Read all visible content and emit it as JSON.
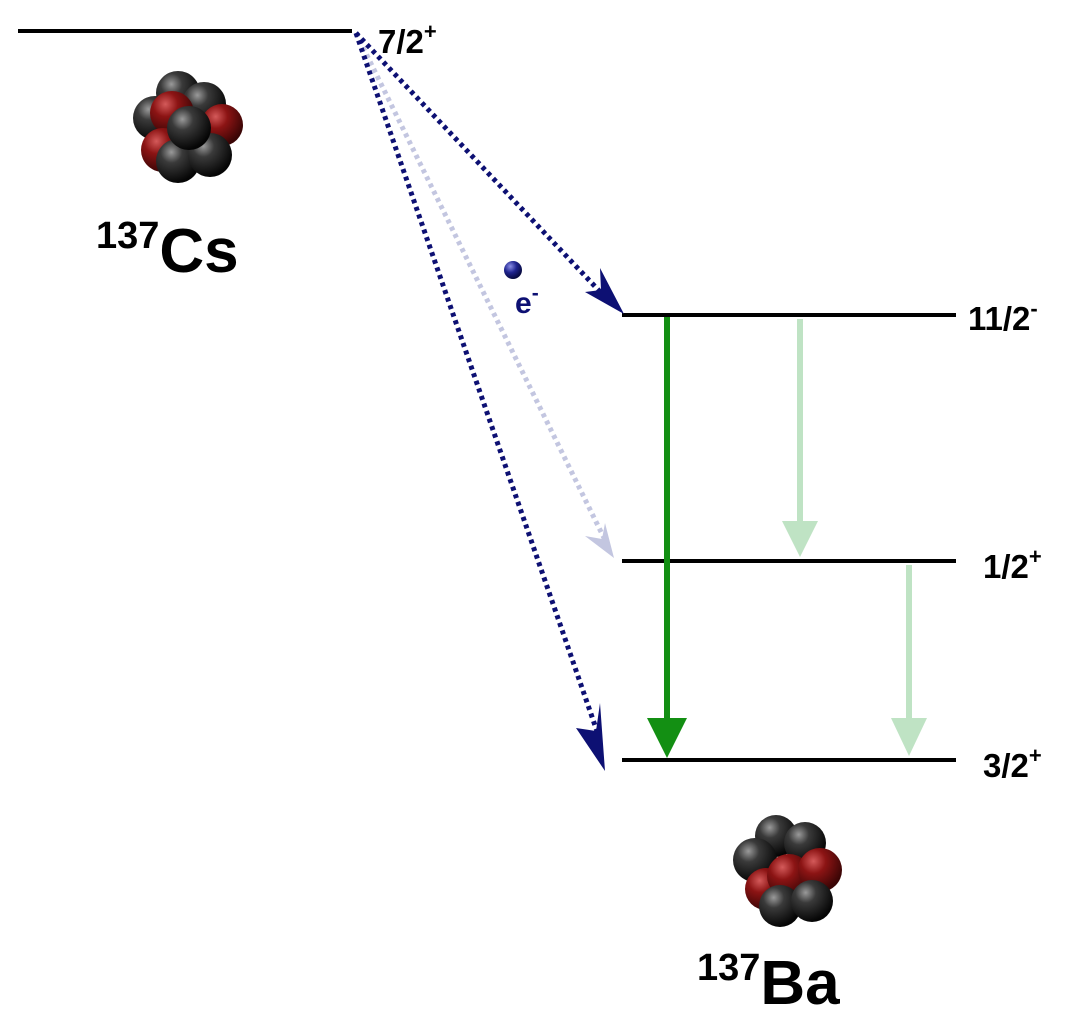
{
  "colors": {
    "background": "#ffffff",
    "level_line": "#000000",
    "beta_arrow": "#0d1073",
    "beta_arrow_faint": "#c3c6e0",
    "gamma_arrow": "#138f13",
    "gamma_arrow_faint": "#bfe3c4",
    "proton": "#8c1414",
    "neutron": "#1c1c1c"
  },
  "parent": {
    "mass_number": "137",
    "symbol": "Cs",
    "spin_parity": {
      "value": "7/2",
      "parity": "+"
    }
  },
  "daughter": {
    "mass_number": "137",
    "symbol": "Ba",
    "levels": [
      {
        "value": "11/2",
        "parity": "-"
      },
      {
        "value": "1/2",
        "parity": "+"
      },
      {
        "value": "3/2",
        "parity": "+"
      }
    ]
  },
  "electron": {
    "symbol": "e",
    "charge": "-"
  },
  "icons": {
    "parent_nucleus": "nucleus-icon",
    "daughter_nucleus": "nucleus-icon",
    "electron": "electron-icon"
  }
}
